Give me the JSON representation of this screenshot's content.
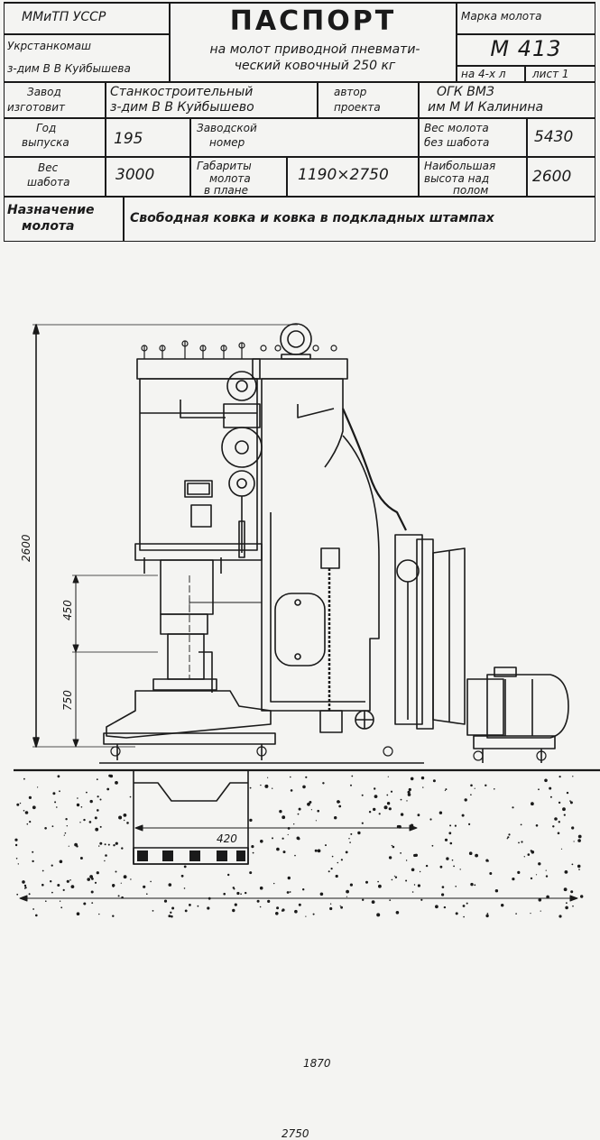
{
  "passport": {
    "ministry": "ММиТП УССР",
    "trust_line1": "Укрстанкомаш",
    "trust_line2": "з-дим В В Куйбышева",
    "title": "ПАСПОРТ",
    "subtitle_line1": "на молот приводной пневмати-",
    "subtitle_line2": "ческий ковочный 250 кг",
    "brand_label": "Марка молота",
    "model": "М 413",
    "sheet_ref": "на 4-х л",
    "sheet_no": "лист 1",
    "maker_label_1": "Завод",
    "maker_label_2": "изготовит",
    "maker_value_1": "Станкостроительный",
    "maker_value_2": "з-дим В В Куйбышево",
    "author_label_1": "автор",
    "author_label_2": "проекта",
    "author_value_1": "ОГК ВМЗ",
    "author_value_2": "им М И Калинина",
    "year_label_1": "Год",
    "year_label_2": "выпуска",
    "year_value": "195",
    "serial_label_1": "Заводской",
    "serial_label_2": "номер",
    "hammer_weight_label_1": "Вес молота",
    "hammer_weight_label_2": "без шабота",
    "hammer_weight_value": "5430",
    "anvil_weight_label_1": "Вес",
    "anvil_weight_label_2": "шабота",
    "anvil_weight_value": "3000",
    "dims_label_1": "Габариты",
    "dims_label_2": "молота",
    "dims_label_3": "в плане",
    "dims_value": "1190×2750",
    "height_label_1": "Наибольшая",
    "height_label_2": "высота над",
    "height_label_3": "полом",
    "height_value": "2600",
    "purpose_label_1": "Назначение",
    "purpose_label_2": "молота",
    "purpose_value": "Свободная ковка и ковка в подкладных штампах"
  },
  "drawing": {
    "dim_total_height": "2600",
    "dim_450": "450",
    "dim_750": "750",
    "dim_420": "420",
    "dim_1870": "1870",
    "dim_2750": "2750"
  }
}
